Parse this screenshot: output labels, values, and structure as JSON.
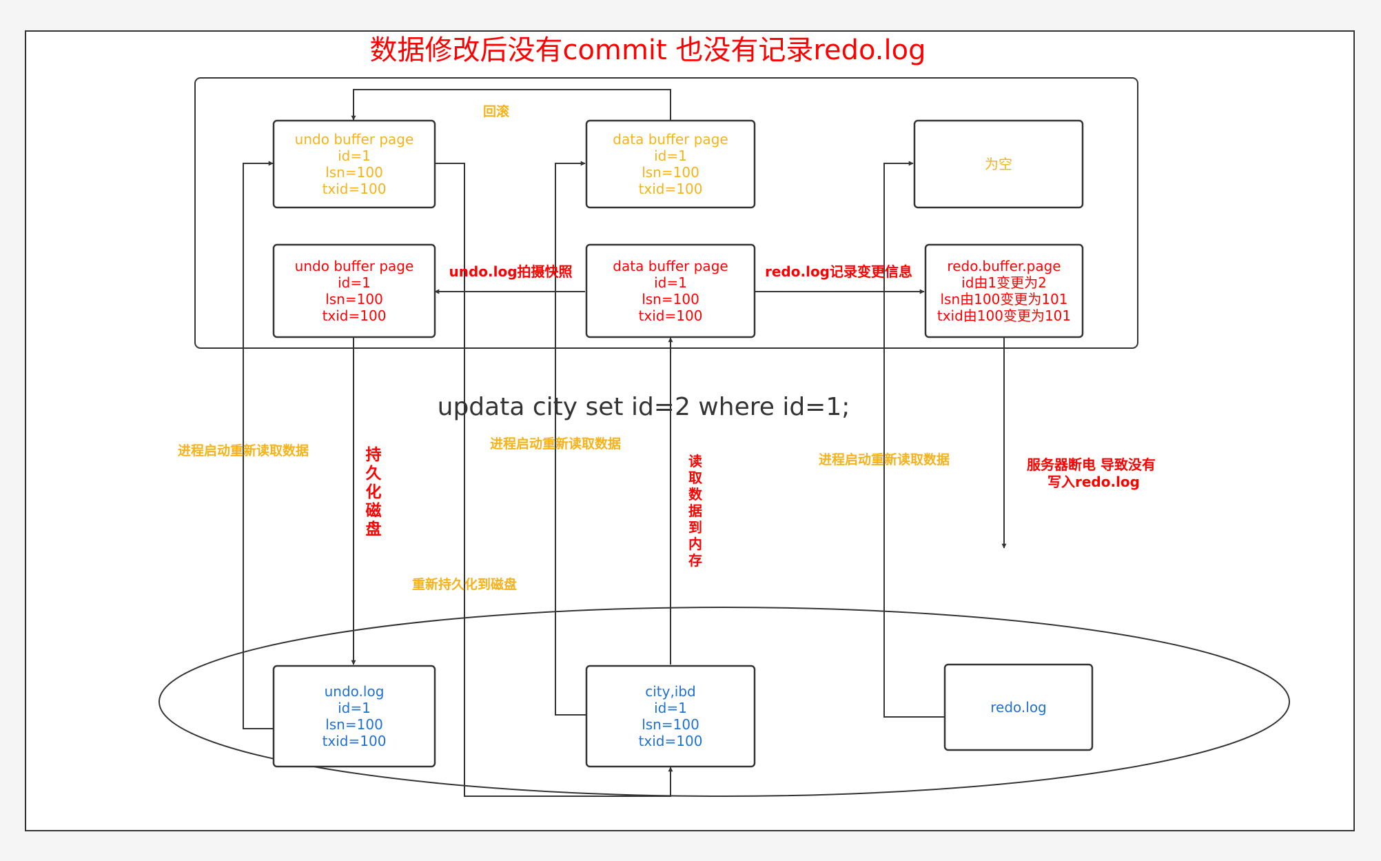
{
  "colors": {
    "canvas_bg": "#f5f5f5",
    "frame_fill": "#ffffff",
    "line": "#333333",
    "red": "#ff0000",
    "orange": "#f5b21b",
    "blue": "#1f6fd6",
    "dark": "#333333"
  },
  "title": "数据修改后没有commit 也没有记录redo.log",
  "sql": "updata city set id=2 where id=1;",
  "nodes": {
    "undo_buf_top": [
      "undo buffer page",
      "id=1",
      "lsn=100",
      "txid=100"
    ],
    "data_buf_top": [
      "data buffer page",
      "id=1",
      "lsn=100",
      "txid=100"
    ],
    "redo_buf_top": [
      "为空"
    ],
    "undo_buf_mid": [
      "undo buffer page",
      "id=1",
      "lsn=100",
      "txid=100"
    ],
    "data_buf_mid": [
      "data buffer page",
      "id=1",
      "lsn=100",
      "txid=100"
    ],
    "redo_buf_mid": [
      "redo.buffer.page",
      "id由1变更为2",
      "lsn由100变更为101",
      "txid由100变更为101"
    ],
    "undo_log": [
      "undo.log",
      "id=1",
      "lsn=100",
      "txid=100"
    ],
    "city_ibd": [
      "city,ibd",
      "id=1",
      "lsn=100",
      "txid=100"
    ],
    "redo_log": [
      "redo.log"
    ]
  },
  "labels": {
    "rollback": "回滚",
    "undo_snapshot": "undo.log拍摄快照",
    "redo_record": "redo.log记录变更信息",
    "restart_1": "进程启动重新读取数据",
    "restart_2": "进程启动重新读取数据",
    "restart_3": "进程启动重新读取数据",
    "persist_disk": "持久化磁盘",
    "reload_memory": "读取数据到内存",
    "re_persist": "重新持久化到磁盘",
    "power_off": [
      "服务器断电 导致没有",
      "写入redo.log"
    ]
  }
}
